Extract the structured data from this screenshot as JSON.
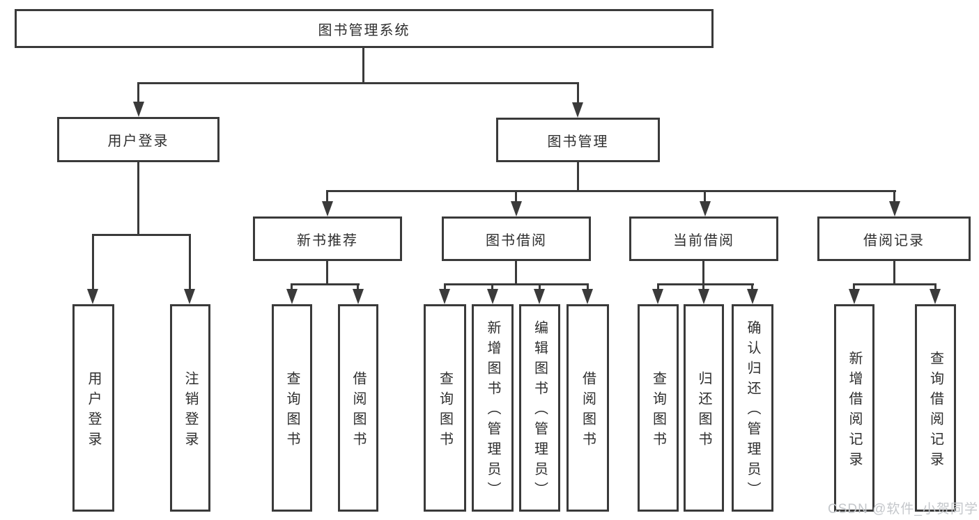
{
  "diagram": {
    "title": "图书管理系统",
    "root": {
      "label": "图书管理系统"
    },
    "level2": [
      {
        "label": "用户登录"
      },
      {
        "label": "图书管理"
      }
    ],
    "level3": [
      {
        "label": "新书推荐"
      },
      {
        "label": "图书借阅"
      },
      {
        "label": "当前借阅"
      },
      {
        "label": "借阅记录"
      }
    ],
    "leaves": {
      "user_login": [
        {
          "label": "用户登录"
        },
        {
          "label": "注销登录"
        }
      ],
      "new_book": [
        {
          "label": "查询图书"
        },
        {
          "label": "借阅图书"
        }
      ],
      "book_borrow": [
        {
          "label": "查询图书"
        },
        {
          "label": "新增图书（管理员）"
        },
        {
          "label": "编辑图书（管理员）"
        },
        {
          "label": "借阅图书"
        }
      ],
      "current_borrow": [
        {
          "label": "查询图书"
        },
        {
          "label": "归还图书"
        },
        {
          "label": "确认归还（管理员）"
        }
      ],
      "borrow_record": [
        {
          "label": "新增借阅记录"
        },
        {
          "label": "查询借阅记录"
        }
      ]
    }
  },
  "watermark": {
    "text": "CSDN @软件_小贺同学"
  },
  "colors": {
    "line": "#3a3a3a",
    "text": "#2e2e2e",
    "node_background": "#ffffff",
    "page_background": "#ffffff",
    "watermark": "#c4c7cb"
  }
}
